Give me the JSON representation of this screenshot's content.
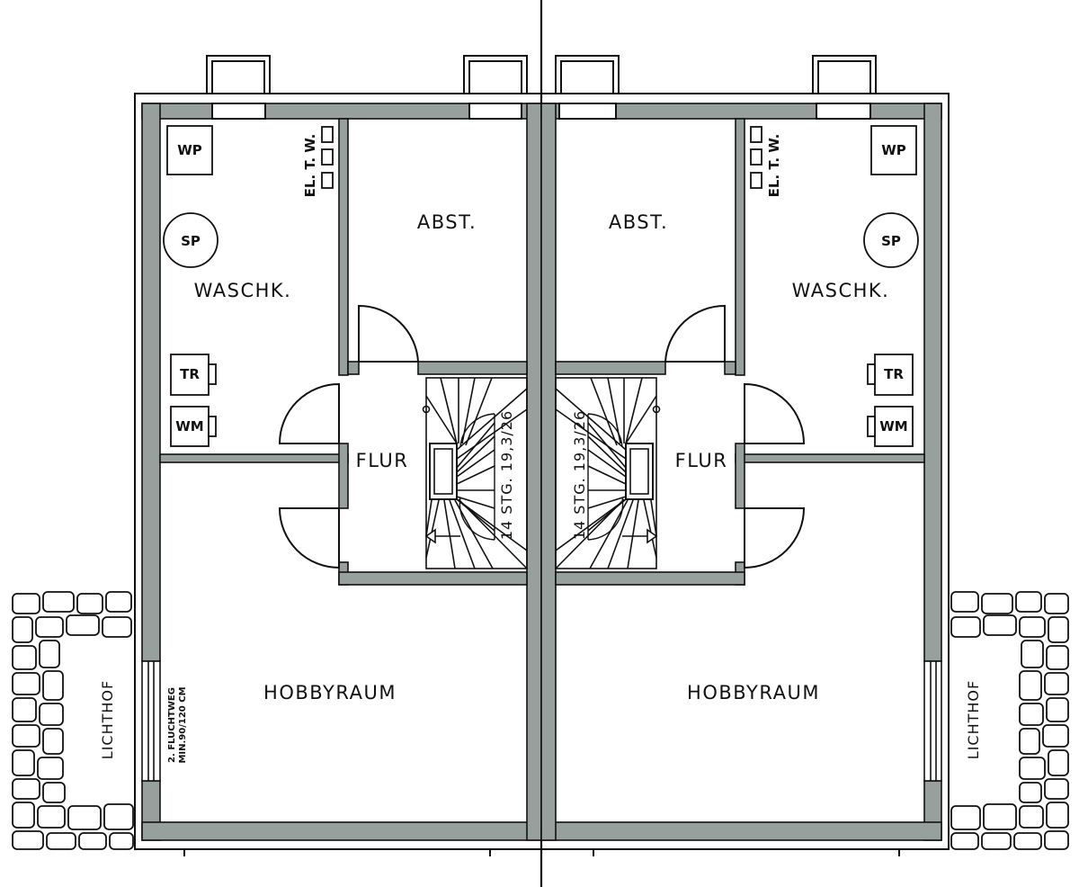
{
  "units": [
    {
      "side": "left",
      "rooms": {
        "abst": "ABST.",
        "waschk": "WASCHK.",
        "flur": "FLUR",
        "hobbyraum": "HOBBYRAUM",
        "lichthof": "LICHTHOF"
      },
      "fixtures": {
        "wp": "WP",
        "sp": "SP",
        "tr": "TR",
        "wm": "WM",
        "meters": "EL. T. W."
      },
      "stair": "14 STG. 19,3/26",
      "escape_line1": "2. FLUCHTWEG",
      "escape_line2": "MIN.90/120 CM"
    },
    {
      "side": "right",
      "rooms": {
        "abst": "ABST.",
        "waschk": "WASCHK.",
        "flur": "FLUR",
        "hobbyraum": "HOBBYRAUM",
        "lichthof": "LICHTHOF"
      },
      "fixtures": {
        "wp": "WP",
        "sp": "SP",
        "tr": "TR",
        "wm": "WM",
        "meters": "EL. T. W."
      },
      "stair": "14 STG. 19,3/26"
    }
  ],
  "colors": {
    "wall": "#97a09d",
    "line": "#111111",
    "background": "#ffffff"
  }
}
